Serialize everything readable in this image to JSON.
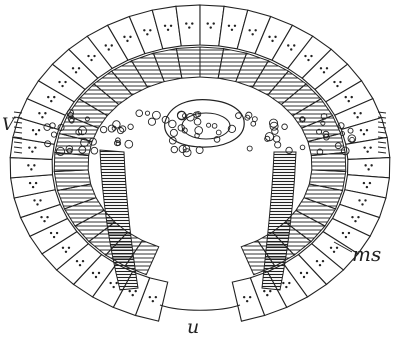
{
  "figure": {
    "kind": "engraved-histology-illustration",
    "subject_icon": "embryo-cross-section-illustration",
    "ink_color": "#2a2a2a",
    "paper_color": "#ffffff"
  },
  "labels": {
    "v": "V",
    "ms": "ms",
    "u": "u"
  }
}
